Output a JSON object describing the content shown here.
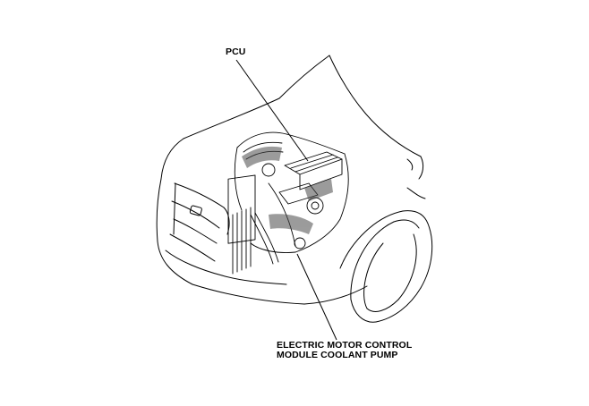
{
  "labels": {
    "pcu": "PCU",
    "pump_line1": "ELECTRIC MOTOR CONTROL",
    "pump_line2": "MODULE COOLANT PUMP"
  },
  "colors": {
    "outline": "#000000",
    "background": "#ffffff",
    "engine_shade": "#4a4a4a"
  }
}
